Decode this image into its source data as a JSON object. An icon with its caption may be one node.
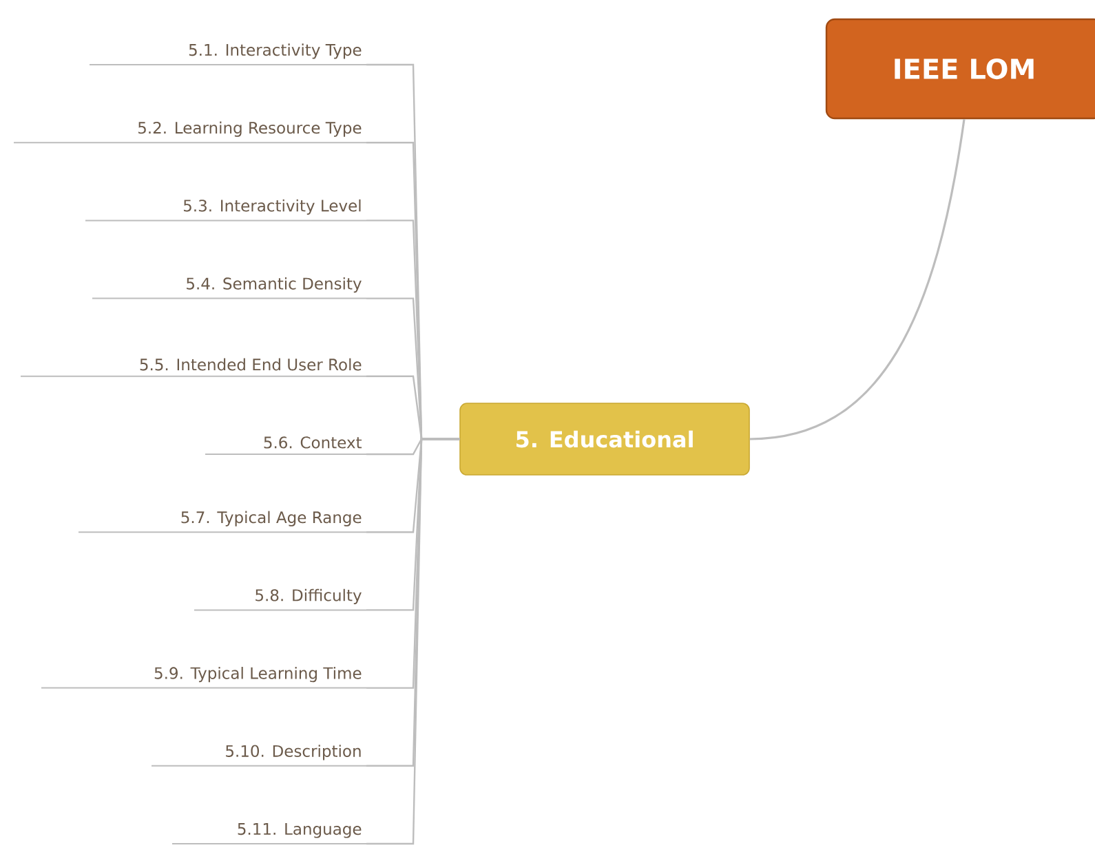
{
  "diagram": {
    "nodes": [
      {
        "text": [
          "IEEE LOM"
        ]
      },
      {
        "text": [
          "5. Educational"
        ]
      },
      {
        "text": [
          "5.1. Interactivity Type"
        ]
      },
      {
        "text": [
          "5.2. Learning Resource Type"
        ]
      },
      {
        "text": [
          "5.3. Interactivity Level"
        ]
      },
      {
        "text": [
          "5.4. Semantic Density"
        ]
      },
      {
        "text": [
          "5.5. Intended End User Role"
        ]
      },
      {
        "text": [
          "5.6. Context"
        ]
      },
      {
        "text": [
          "5.7. Typical Age Range"
        ]
      },
      {
        "text": [
          "5.8. Difficulty"
        ]
      },
      {
        "text": [
          "5.9. Typical Learning Time"
        ]
      },
      {
        "text": [
          "5.10. Description"
        ]
      },
      {
        "text": [
          "5.11. Language"
        ]
      }
    ],
    "edges": [
      {
        "from": 0,
        "to": 1,
        "arrow": "none"
      },
      {
        "from": 1,
        "to": 2,
        "arrow": "none"
      },
      {
        "from": 1,
        "to": 3,
        "arrow": "none"
      },
      {
        "from": 1,
        "to": 4,
        "arrow": "none"
      },
      {
        "from": 1,
        "to": 5,
        "arrow": "none"
      },
      {
        "from": 1,
        "to": 6,
        "arrow": "none"
      },
      {
        "from": 1,
        "to": 7,
        "arrow": "none"
      },
      {
        "from": 1,
        "to": 8,
        "arrow": "none"
      },
      {
        "from": 1,
        "to": 9,
        "arrow": "none"
      },
      {
        "from": 1,
        "to": 10,
        "arrow": "none"
      },
      {
        "from": 1,
        "to": 11,
        "arrow": "none"
      },
      {
        "from": 1,
        "to": 12,
        "arrow": "none"
      }
    ]
  }
}
